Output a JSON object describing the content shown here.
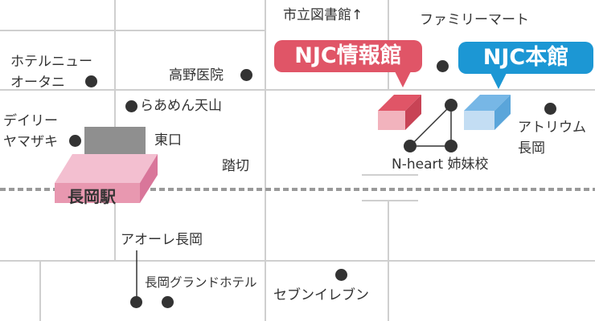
{
  "colors": {
    "info_building": "#e05567",
    "main_building": "#1c97d4",
    "station": "#e898b0",
    "road": "#cfcfcf",
    "railway": "#9a9a9a",
    "landmark_dot": "#333333"
  },
  "callouts": {
    "info_building": "NJC情報館",
    "main_building": "NJC本館"
  },
  "station": {
    "name": "長岡駅",
    "east_exit": "東口"
  },
  "landmarks": {
    "library": "市立図書館↑",
    "family_mart": "ファミリーマート",
    "hotel_new_otani_line1": "ホテルニュー",
    "hotel_new_otani_line2": "オータニ",
    "takano_hospital": "高野医院",
    "raamen_tenzan": "らあめん天山",
    "daily_yamazaki_line1": "デイリー",
    "daily_yamazaki_line2": "ヤマザキ",
    "crossing": "踏切",
    "atrium_line1": "アトリウム",
    "atrium_line2": "長岡",
    "nheart_school": "N-heart 姉妹校",
    "aore": "アオーレ長岡",
    "grand_hotel": "長岡グランドホテル",
    "seven_eleven": "セブンイレブン"
  }
}
